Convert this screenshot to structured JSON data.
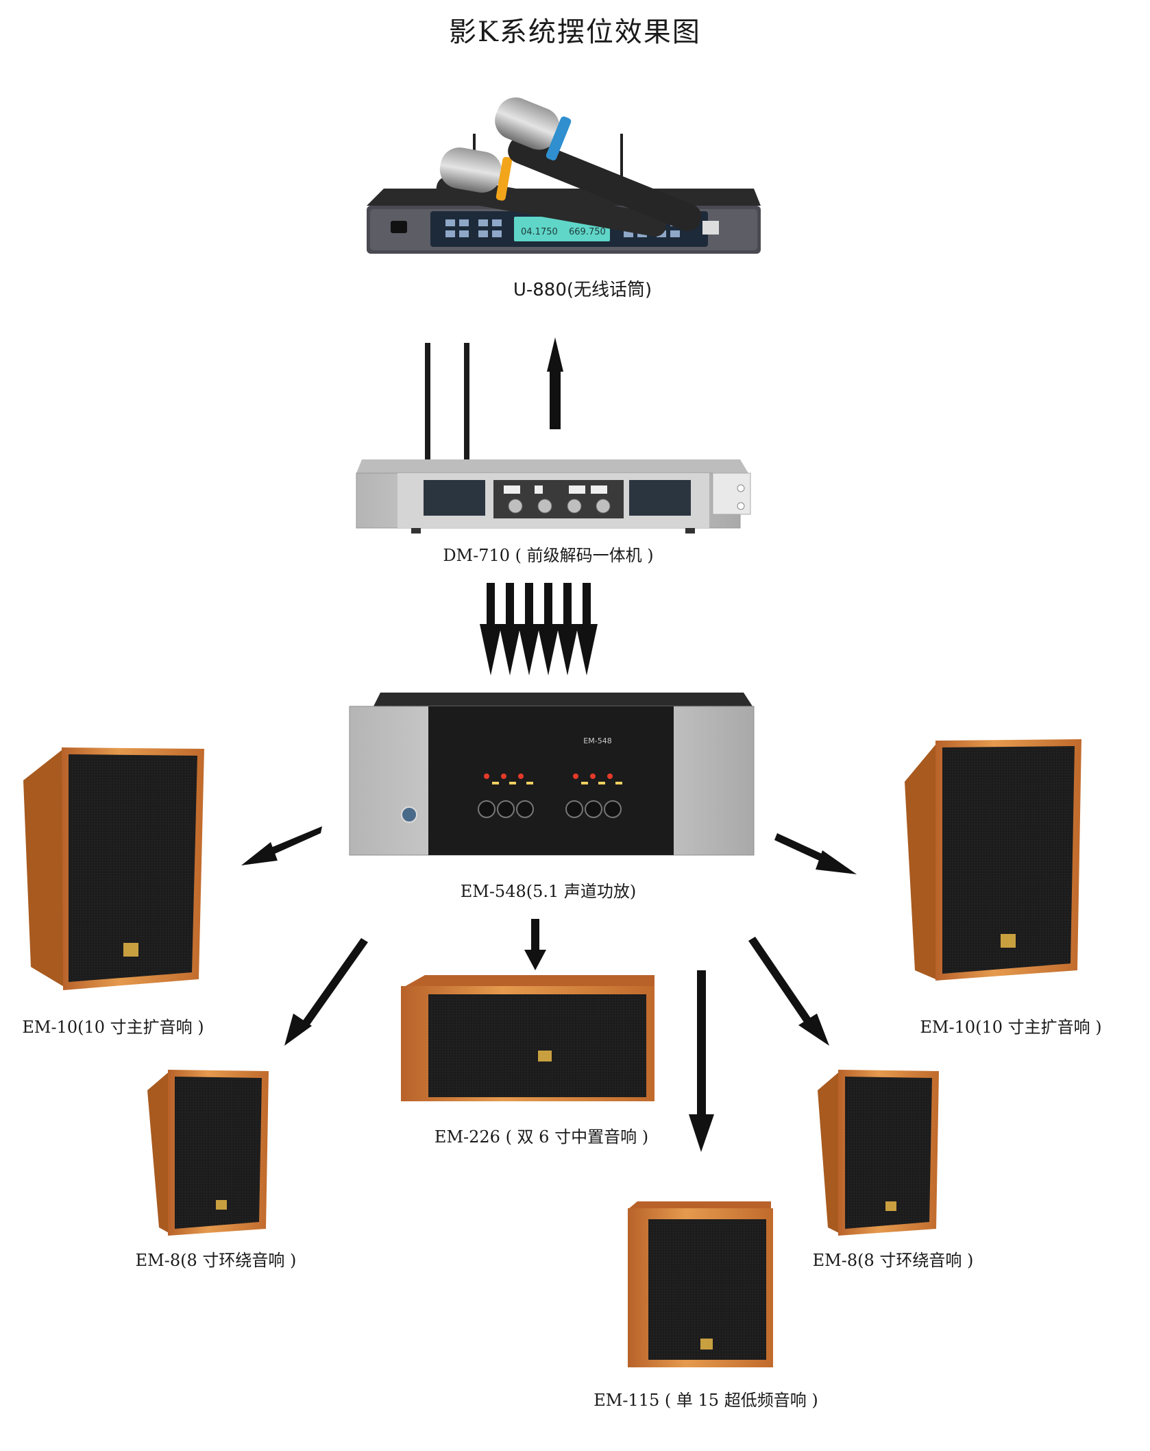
{
  "title": "影K系统摆位效果图",
  "devices": {
    "mic": {
      "label": "U-880(无线话筒)",
      "display_left": "04.1750",
      "display_right": "669.750"
    },
    "decoder": {
      "label": "DM-710 ( 前级解码一体机 )"
    },
    "amp": {
      "label": "EM-548(5.1 声道功放)",
      "panel_text": "EM-548"
    },
    "main_left": {
      "label": "EM-10(10 寸主扩音响 )"
    },
    "main_right": {
      "label": "EM-10(10 寸主扩音响 )"
    },
    "center": {
      "label": "EM-226 ( 双 6 寸中置音响 )"
    },
    "surround_left": {
      "label": "EM-8(8 寸环绕音响 )"
    },
    "surround_right": {
      "label": "EM-8(8 寸环绕音响 )"
    },
    "sub": {
      "label": "EM-115 ( 单 15 超低频音响 )"
    }
  },
  "colors": {
    "wood": "#d9873e",
    "wood_dark": "#a85a1f",
    "grille": "#1e1e1e",
    "arrow": "#111111",
    "silver": "#c9c9c9",
    "lcd": "#5fd6c8"
  },
  "icons": {
    "arrow": "arrow-icon",
    "brand_badge": "brand-badge-icon"
  }
}
